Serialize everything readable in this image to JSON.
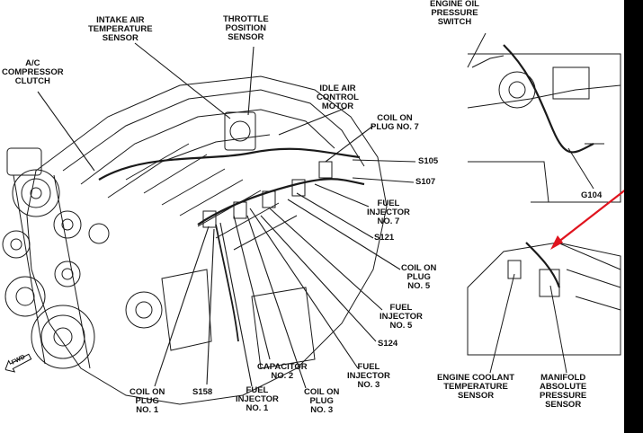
{
  "colors": {
    "line_art": "#1a1a1a",
    "annotation_arrow": "#e0141e",
    "right_band": "#000000"
  },
  "main_diagram": {
    "labels": {
      "intake_air_temp": "INTAKE AIR\nTEMPERATURE\nSENSOR",
      "throttle_position": "THROTTLE\nPOSITION\nSENSOR",
      "ac_compressor": "A/C\nCOMPRESSOR\nCLUTCH",
      "idle_air_control": "IDLE AIR\nCONTROL\nMOTOR",
      "coil_on_plug_7": "COIL ON\nPLUG NO. 7",
      "s105": "S105",
      "s107": "S107",
      "fuel_injector_7": "FUEL\nINJECTOR\nNO. 7",
      "s121": "S121",
      "coil_on_plug_5": "COIL ON\nPLUG\nNO. 5",
      "fuel_injector_5": "FUEL\nINJECTOR\nNO. 5",
      "s124": "S124",
      "fuel_injector_3": "FUEL\nINJECTOR\nNO. 3",
      "capacitor_2": "CAPACITOR\nNO. 2",
      "coil_on_plug_3": "COIL ON\nPLUG\nNO. 3",
      "fuel_injector_1": "FUEL\nINJECTOR\nNO. 1",
      "s158": "S158",
      "coil_on_plug_1": "COIL ON\nPLUG\nNO. 1",
      "fwd": "FWD"
    }
  },
  "inset_top": {
    "labels": {
      "oil_pressure_switch": "ENGINE OIL\nPRESSURE\nSWITCH",
      "g104": "G104"
    }
  },
  "inset_bottom": {
    "labels": {
      "coolant_temp": "ENGINE COOLANT\nTEMPERATURE\nSENSOR",
      "map_sensor": "MANIFOLD\nABSOLUTE\nPRESSURE\nSENSOR"
    }
  }
}
